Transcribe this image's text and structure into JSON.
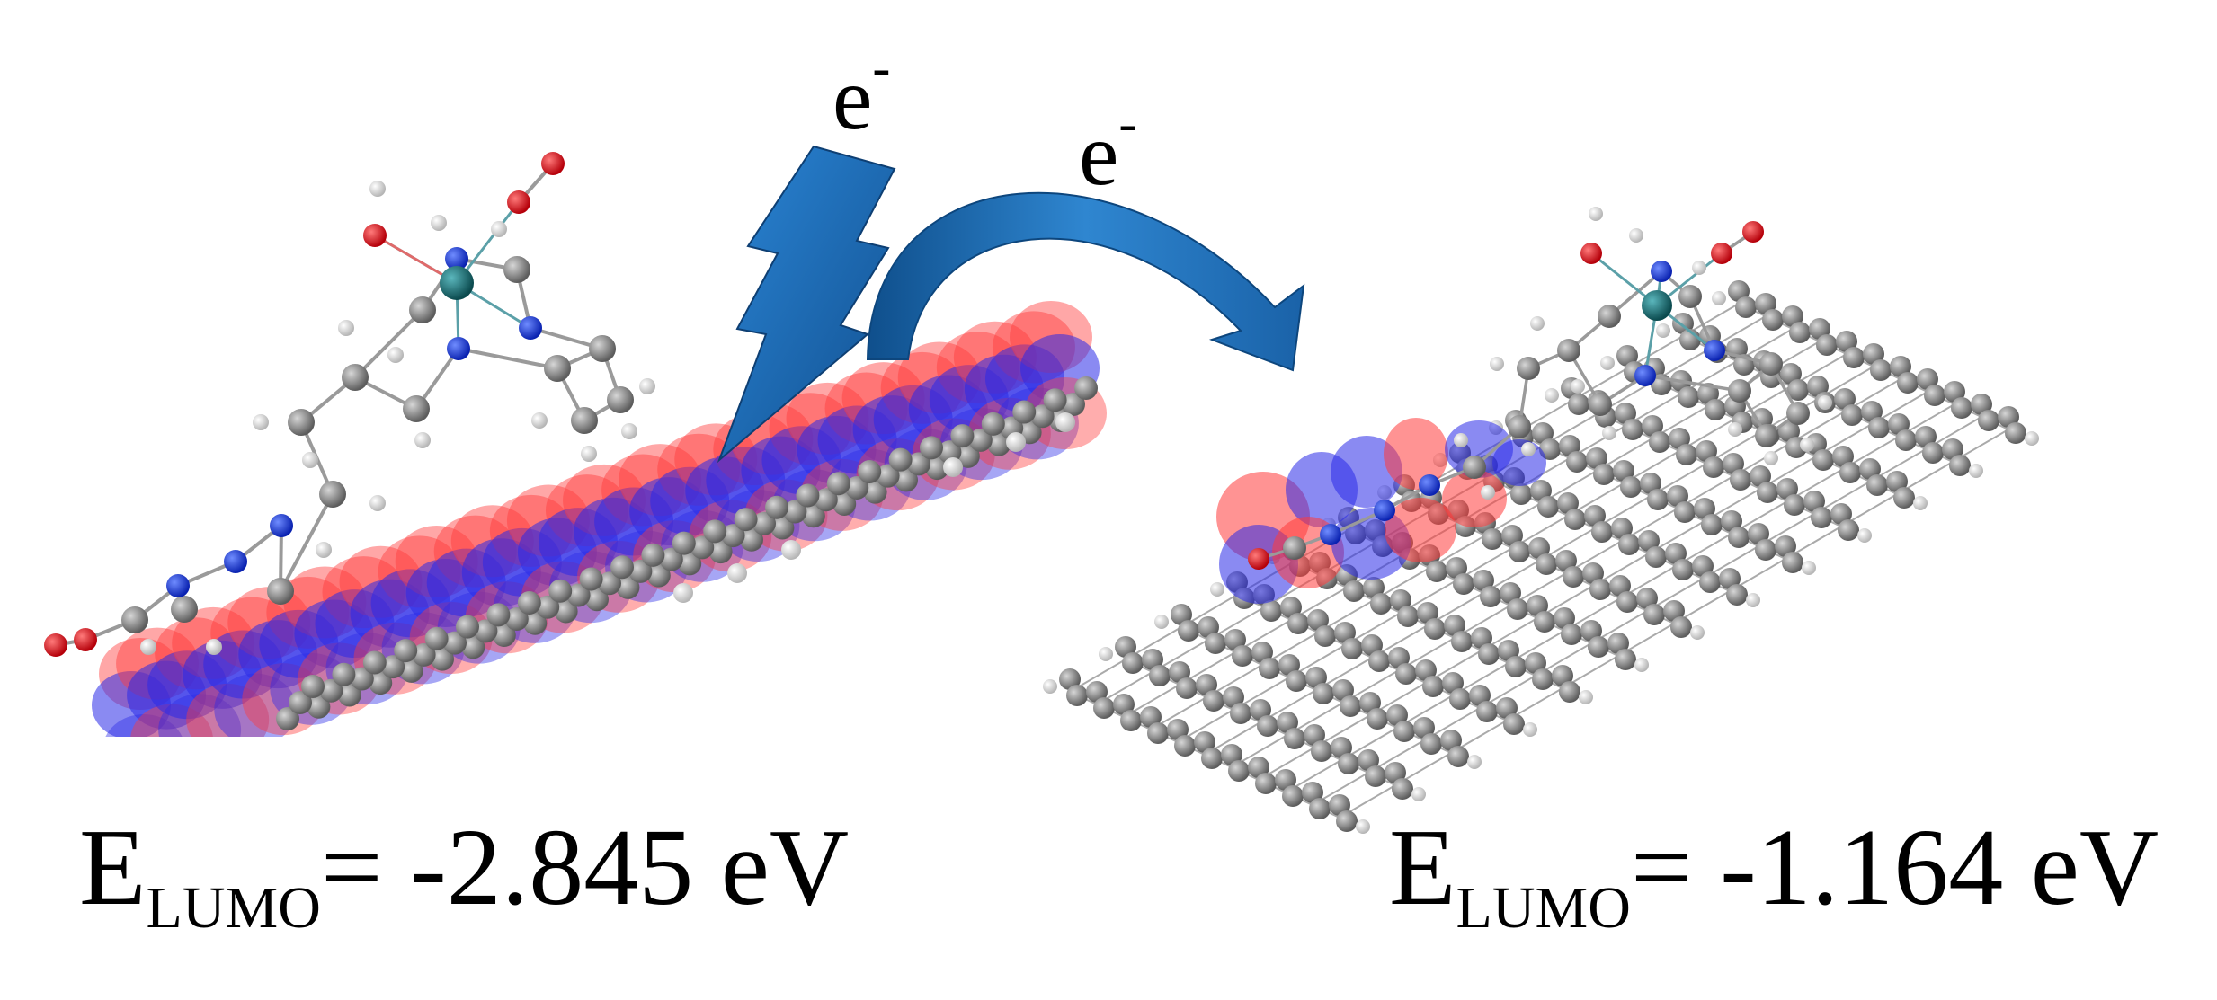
{
  "labels": {
    "left_energy": {
      "symbol": "E",
      "subscript": "LUMO",
      "value": "= -2.845 eV"
    },
    "right_energy": {
      "symbol": "E",
      "subscript": "LUMO",
      "value": "= -1.164 eV"
    },
    "electron_bolt": {
      "text": "e",
      "sup": "-"
    },
    "electron_arrow": {
      "text": "e",
      "sup": "-"
    }
  },
  "colors": {
    "carbon": "#7f7f7f",
    "hydrogen": "#eeeeee",
    "nitrogen": "#1d3fe0",
    "oxygen": "#e0101a",
    "metal": "#1a6f74",
    "orbital_positive": "#ff3b3b",
    "orbital_negative": "#2a2ae8",
    "arrow_blue": "#1f6fb8"
  }
}
